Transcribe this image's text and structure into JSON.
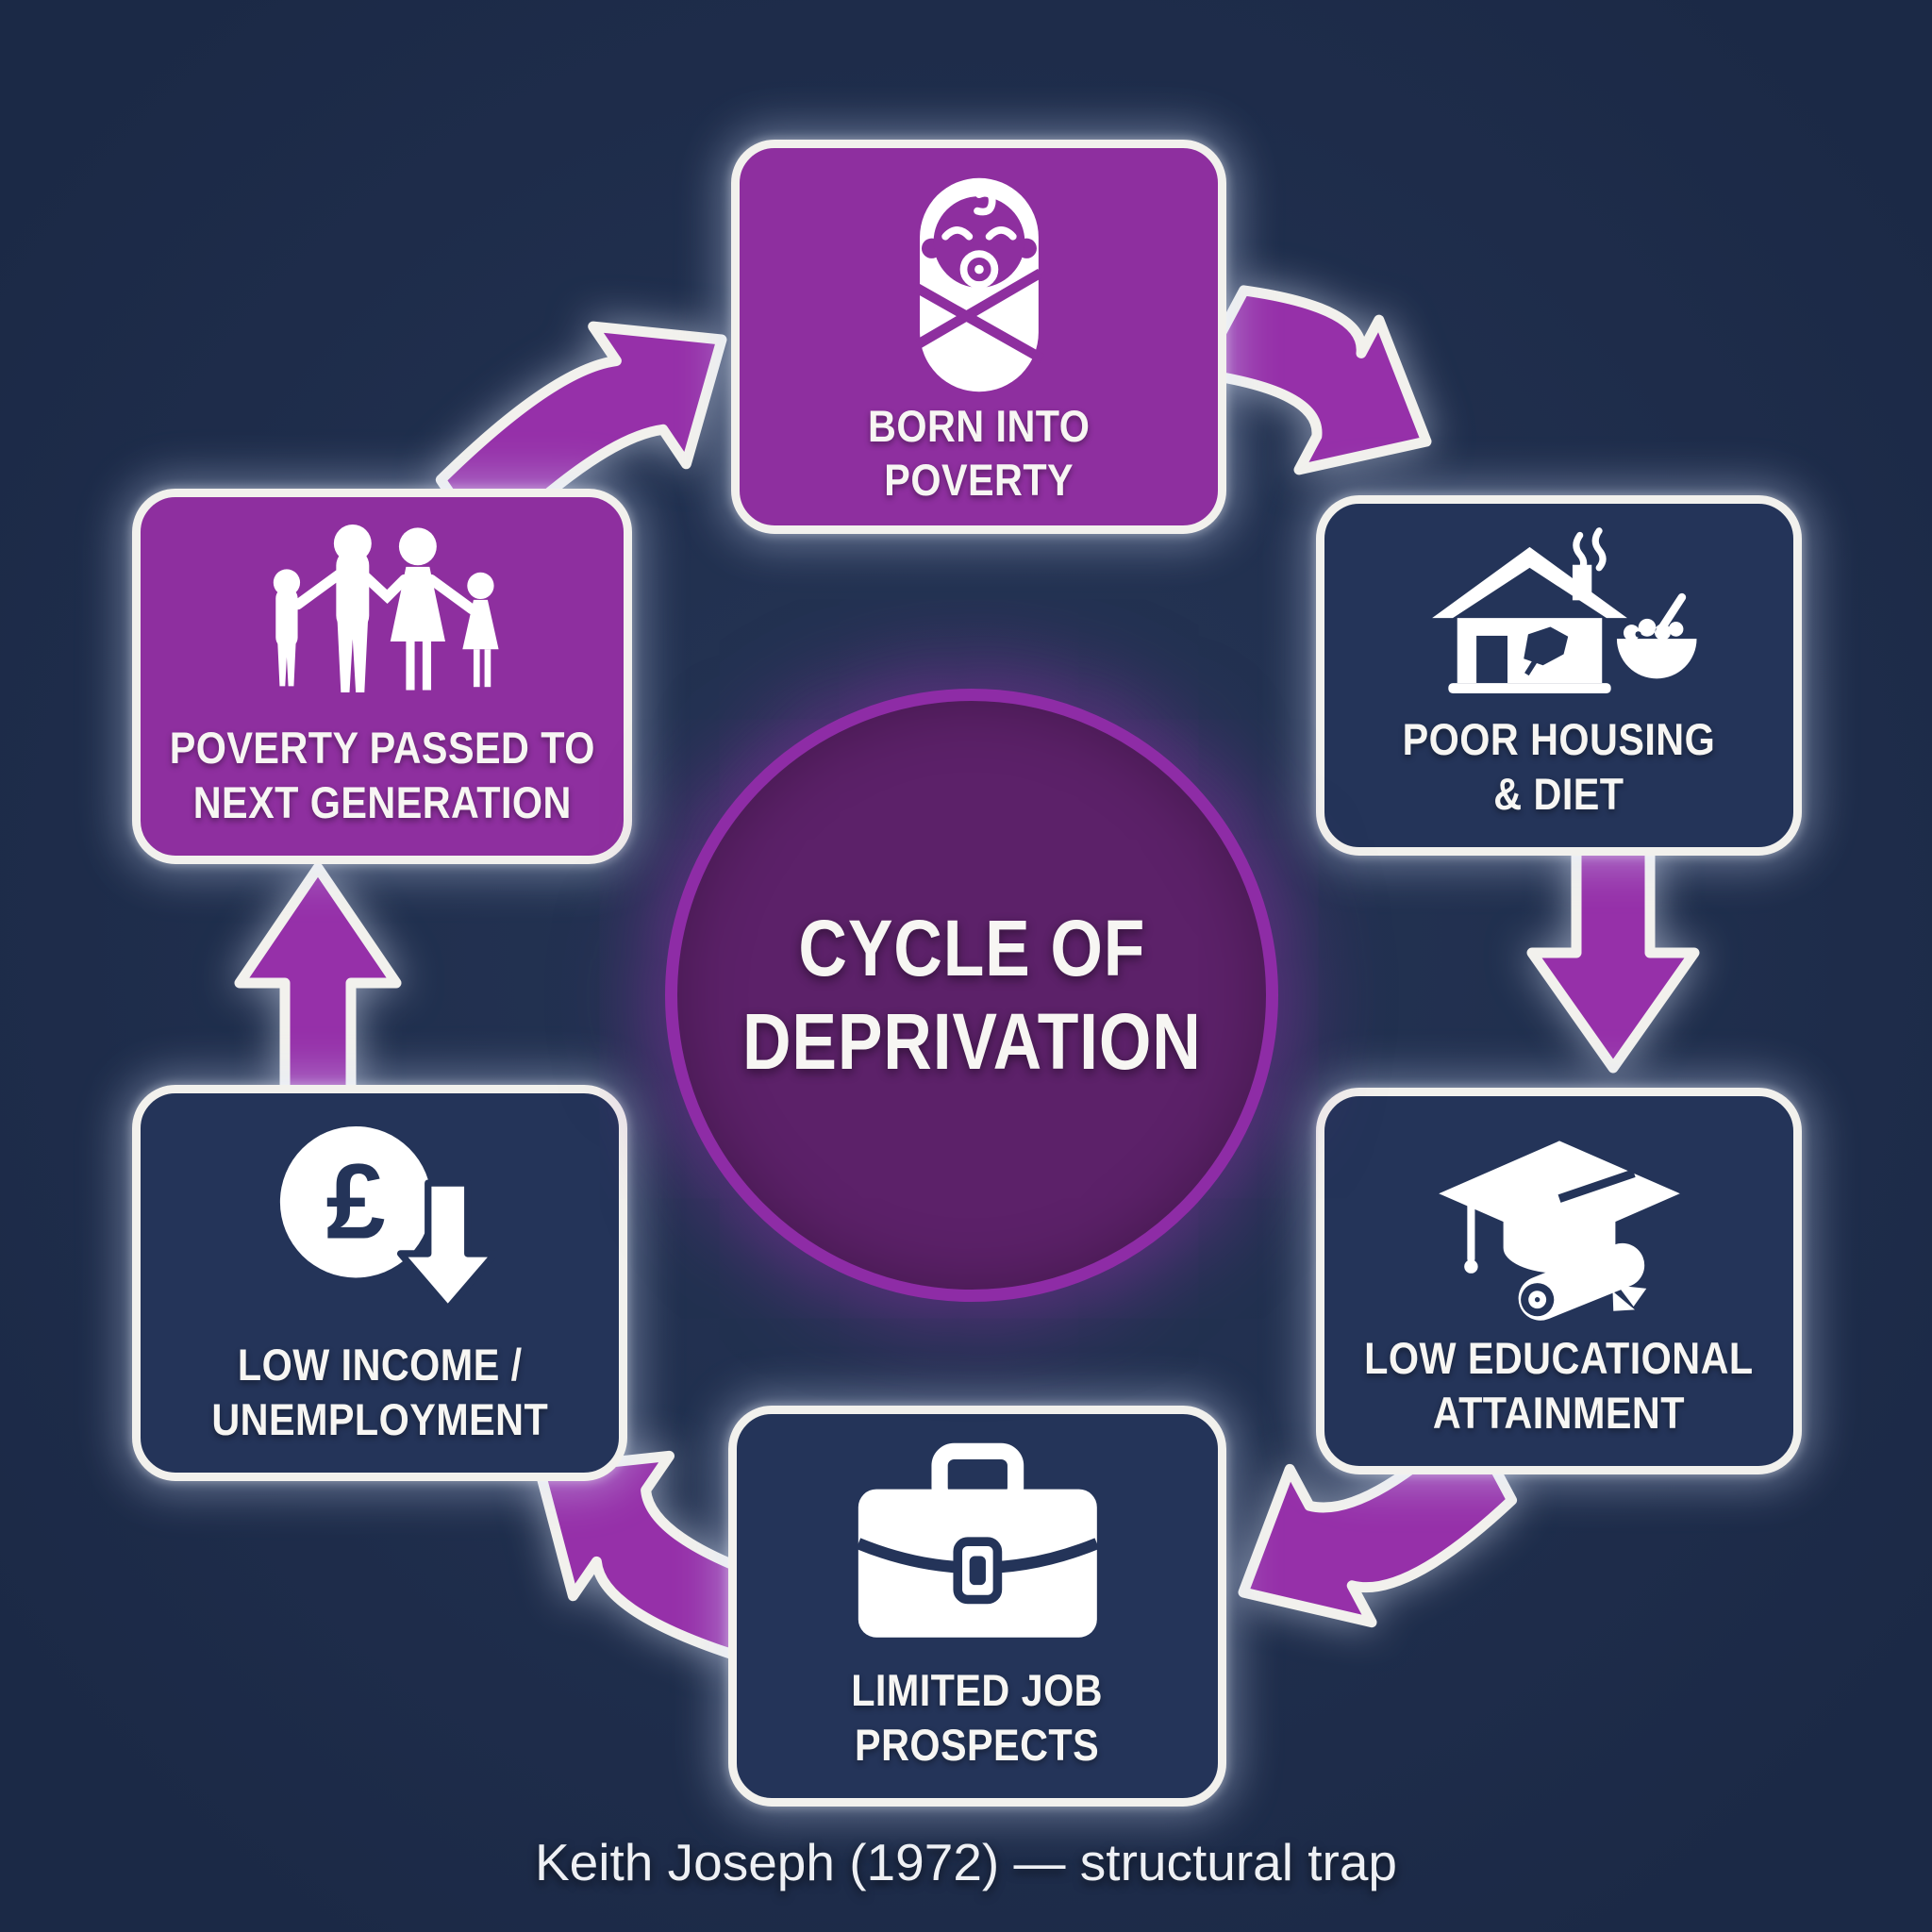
{
  "title": {
    "line1": "CYCLE OF",
    "line2": "DEPRIVATION"
  },
  "caption": "Keith Joseph (1972) — structural trap",
  "nodes": {
    "born": {
      "line1": "BORN INTO",
      "line2": "POVERTY"
    },
    "housing": {
      "line1": "POOR HOUSING",
      "line2": "& DIET"
    },
    "education": {
      "line1": "LOW EDUCATIONAL",
      "line2": "ATTAINMENT"
    },
    "jobs": {
      "line1": "LIMITED JOB",
      "line2": "PROSPECTS"
    },
    "income": {
      "line1": "LOW INCOME /",
      "line2": "UNEMPLOYMENT"
    },
    "generation": {
      "line1": "POVERTY PASSED TO",
      "line2": "NEXT GENERATION"
    }
  },
  "icons": {
    "pound_symbol": "£"
  },
  "colors": {
    "bg": "#1b2946",
    "navy_box": "#243459",
    "purple_box": "#8e2f9f",
    "arrow": "#9630a9",
    "circle_fill": "#5c2169",
    "circle_ring": "#8e2ca6",
    "outline": "#f2f1ed"
  }
}
